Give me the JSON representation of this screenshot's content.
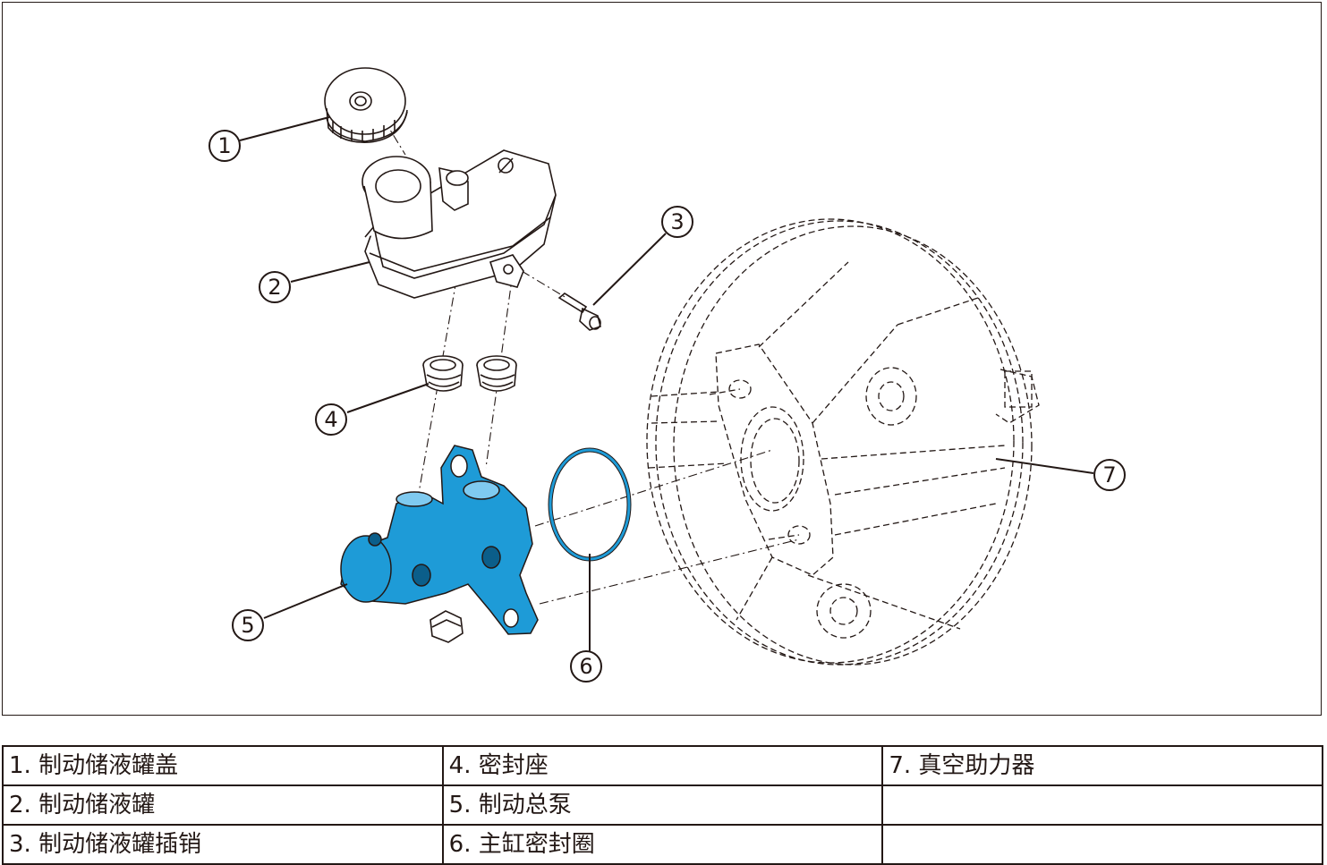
{
  "callouts": [
    "1",
    "2",
    "3",
    "4",
    "5",
    "6",
    "7"
  ],
  "legend": {
    "rows": [
      [
        "1. 制动储液罐盖",
        "4. 密封座",
        "7. 真空助力器"
      ],
      [
        "2. 制动储液罐",
        "5. 制动总泵",
        ""
      ],
      [
        "3. 制动储液罐插销",
        "6. 主缸密封圈",
        ""
      ]
    ]
  },
  "colors": {
    "highlight": "#1e9bd7",
    "line": "#231815"
  }
}
